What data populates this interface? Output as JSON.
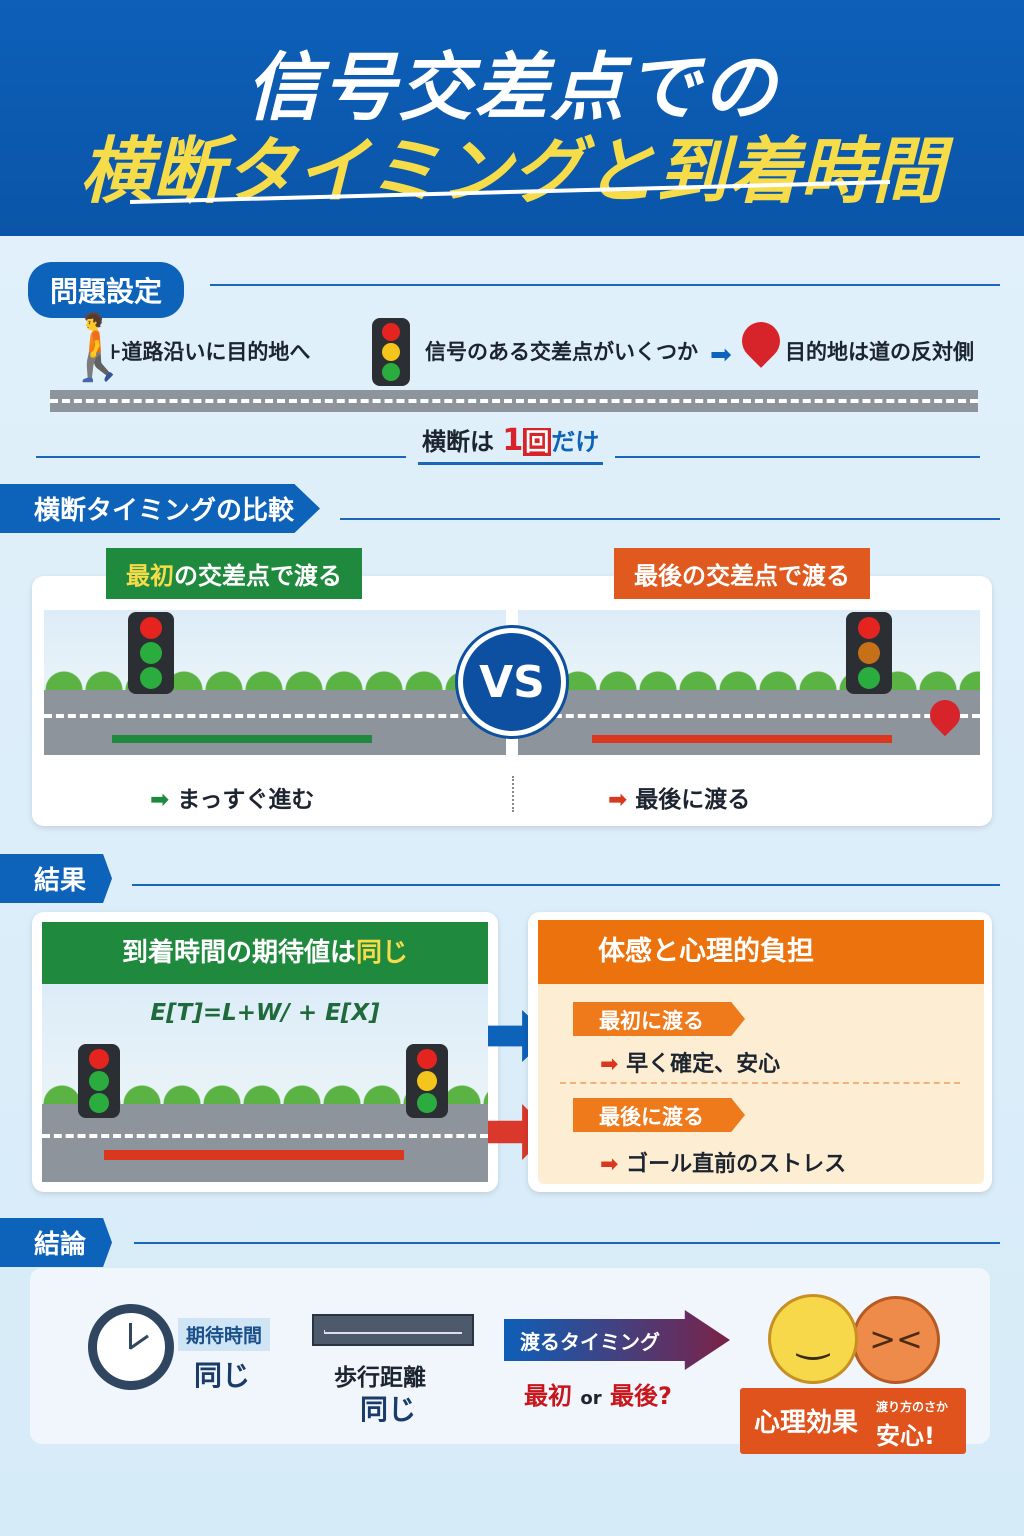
{
  "title": {
    "line1": "信号交差点での",
    "line2": "横断タイミングと到着時間"
  },
  "problem": {
    "label": "問題設定",
    "step1": "⊦道路沿いに目的地へ",
    "step2": "信号のある交差点がいくつか",
    "step3": "目的地は道の反対側",
    "once_prefix": "横断は",
    "once_num": "1",
    "once_box": "回",
    "once_suffix": "だけ"
  },
  "compare": {
    "label": "横断タイミングの比較",
    "left_banner_em": "最初",
    "left_banner": "の交差点で渡る",
    "right_banner": "最後の交差点で渡る",
    "vs": "VS",
    "left_caption": "まっすぐ進む",
    "right_caption": "最後に渡る"
  },
  "result": {
    "label": "結果",
    "left_title": "到着時間の期待値は",
    "left_title_em": "同じ",
    "formula": "E[T]=L+W/ + E[X]",
    "right_title": "体感と心理的負担",
    "first_tag": "最初に渡る",
    "first_text": "早く確定、安心",
    "last_tag": "最後に渡る",
    "last_text": "ゴール直前のストレス"
  },
  "conclusion": {
    "label": "結論",
    "time_tag": "期待時間",
    "time_value": "同じ",
    "distance_label": "歩行距離",
    "distance_value": "同じ",
    "timing_label": "渡るタイミング",
    "first": "最初",
    "or": "or",
    "last": "最後?",
    "psych": "心理効果",
    "psych_small": "渡り方のさか",
    "psych_big": "安心!"
  },
  "colors": {
    "blue": "#0d62b9",
    "green": "#1f8a3e",
    "orange": "#e8731a",
    "red": "#d9381e",
    "yellow": "#f7dc4a"
  }
}
